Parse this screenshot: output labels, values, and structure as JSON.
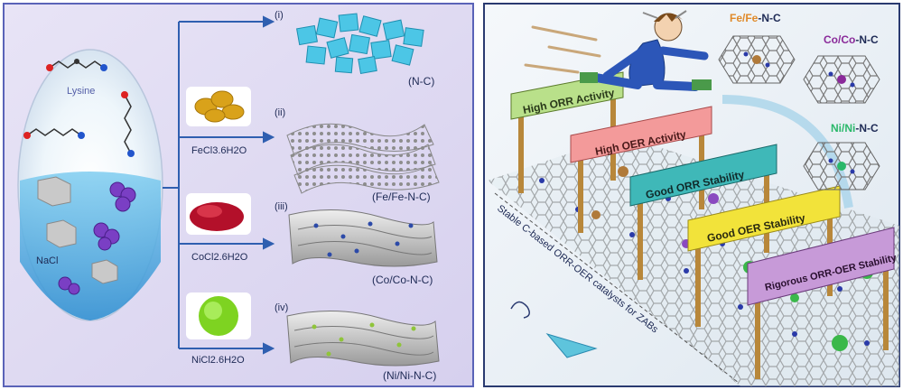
{
  "left_panel": {
    "lysine_label": "Lysine",
    "nacl_label": "NaCl",
    "steps": [
      {
        "numeral": "(i)",
        "salt": "",
        "product": "(N-C)"
      },
      {
        "numeral": "(ii)",
        "salt": "FeCl3.6H2O",
        "product": "(Fe/Fe-N-C)"
      },
      {
        "numeral": "(iii)",
        "salt": "CoCl2.6H2O",
        "product": "(Co/Co-N-C)"
      },
      {
        "numeral": "(iv)",
        "salt": "NiCl2.6H2O",
        "product": "(Ni/Ni-N-C)"
      }
    ],
    "salt_colors": [
      "#d9a21a",
      "#b3102a",
      "#7ed321"
    ],
    "cube_color": "#4cc6e6"
  },
  "right_panel": {
    "hurdles": [
      {
        "text": "High ORR Activity",
        "color": "#b9e08a"
      },
      {
        "text": "High OER Activity",
        "color": "#f39a9a"
      },
      {
        "text": "Good ORR Stability",
        "color": "#3fb8b8"
      },
      {
        "text": "Good OER Stability",
        "color": "#f2e33a"
      },
      {
        "text": "Rigorous ORR-OER Stability",
        "color": "#c79ad8"
      }
    ],
    "catalyst_labels": [
      {
        "metal": "Fe/Fe",
        "suffix": "-N-C",
        "color": "#e08a2a"
      },
      {
        "metal": "Co/Co",
        "suffix": "-N-C",
        "color": "#8a2a9a"
      },
      {
        "metal": "Ni/Ni",
        "suffix": "-N-C",
        "color": "#2ab86a"
      }
    ],
    "track_text": "Stable C-based ORR-OER catalysts for ZABs"
  }
}
